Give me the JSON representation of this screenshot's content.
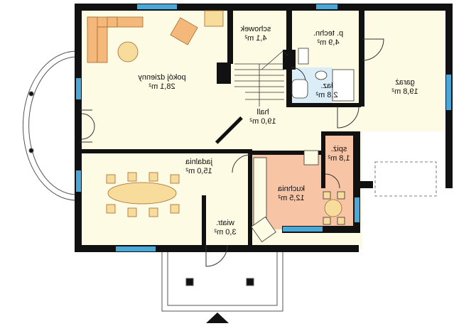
{
  "plan": {
    "rooms": [
      {
        "id": "living",
        "name": "pokój dzienny",
        "area": "28,1 m²"
      },
      {
        "id": "storage",
        "name": "schowek",
        "area": "4,1 m²"
      },
      {
        "id": "tech",
        "name": "p. techn.",
        "area": "4,9 m²"
      },
      {
        "id": "bath",
        "name": "łaz.",
        "area": "2,8 m²"
      },
      {
        "id": "garage",
        "name": "garaż",
        "area": "19,8 m²"
      },
      {
        "id": "hall",
        "name": "hall",
        "area": "19,0 m²"
      },
      {
        "id": "pantry",
        "name": "spiż.",
        "area": "1,8 m²"
      },
      {
        "id": "dining",
        "name": "jadalnia",
        "area": "15,0 m²"
      },
      {
        "id": "kitchen",
        "name": "kuchnia",
        "area": "12,5 m²"
      },
      {
        "id": "vestibule",
        "name": "wiatr.",
        "area": "3,0 m²"
      }
    ],
    "colors": {
      "wall": "#111111",
      "floor": "#fdfbe3",
      "kitchen": "#f7c4a6",
      "bath": "#dbeef8",
      "window": "#4aa8d8",
      "furniture": "#f4b87a",
      "table": "#f8dc9c",
      "lineFixture": "#fdfbe3"
    }
  }
}
